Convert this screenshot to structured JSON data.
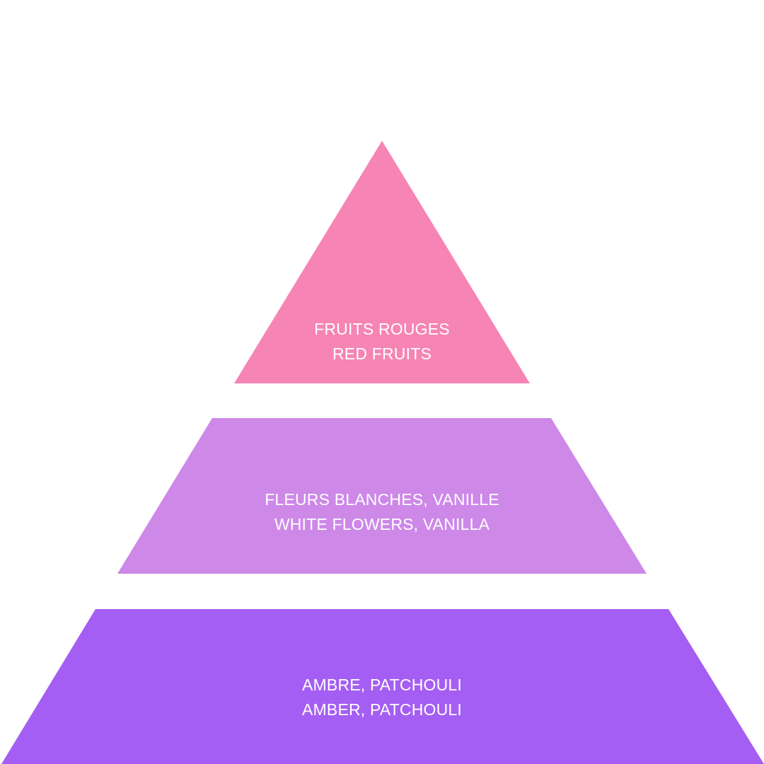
{
  "colors": {
    "background": "#ffffff",
    "top": "#f684b4",
    "middle": "#cd88e8",
    "base": "#a55ef3",
    "text": "#ffffff"
  },
  "tiers": {
    "top": {
      "line_fr": "FRUITS ROUGES",
      "line_en": "RED FRUITS"
    },
    "middle": {
      "line_fr": "FLEURS BLANCHES, VANILLE",
      "line_en": "WHITE FLOWERS, VANILLA"
    },
    "base": {
      "line_fr": "AMBRE, PATCHOULI",
      "line_en": "AMBER, PATCHOULI"
    }
  }
}
